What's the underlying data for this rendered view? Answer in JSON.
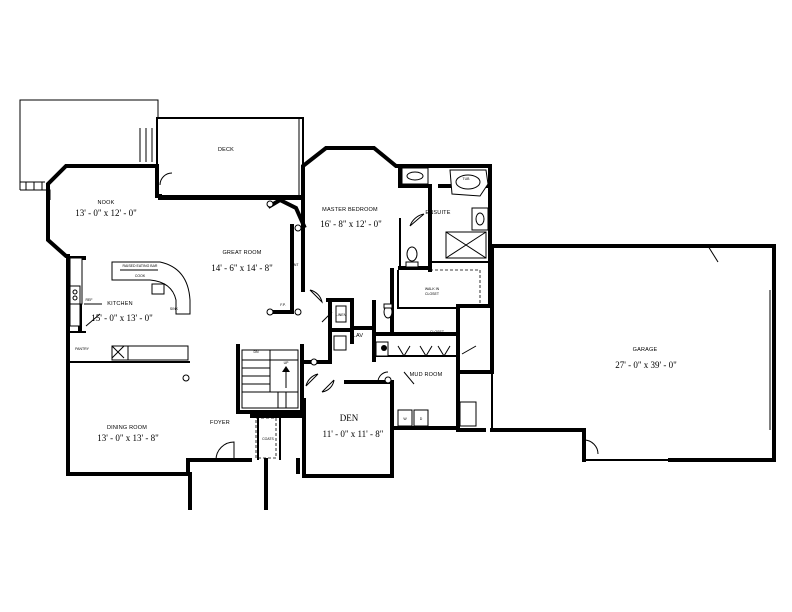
{
  "rooms": {
    "deck": {
      "name": "DECK"
    },
    "nook": {
      "name": "NOOK",
      "dims": "13' - 0\" x 12' - 0\""
    },
    "great_room": {
      "name": "GREAT ROOM",
      "dims": "14' - 6\" x 14' - 8\""
    },
    "kitchen": {
      "name": "KITCHEN",
      "dims": "15' - 0\" x 13' - 0\""
    },
    "master_bedroom": {
      "name": "MASTER BEDROOM",
      "dims": "16' - 8\" x 12' - 0\""
    },
    "ensuite": {
      "name": "ENSUITE"
    },
    "walk_in_closet": {
      "name_line1": "WALK IN",
      "name_line2": "CLOSET"
    },
    "garage": {
      "name": "GARAGE",
      "dims": "27' - 0\" x 39' - 0\""
    },
    "dining_room": {
      "name": "DINING ROOM",
      "dims": "13' - 0\" x 13' - 8\""
    },
    "foyer": {
      "name": "FOYER"
    },
    "den": {
      "name": "DEN",
      "dims": "11' - 0\" x 11' - 8\""
    },
    "lav": {
      "name": "LAV"
    },
    "mud_room": {
      "name": "MUD ROOM"
    },
    "closet": {
      "name": "CLOSET"
    },
    "pantry": {
      "name": "PANTRY"
    }
  },
  "fixtures": {
    "eating_bar": "RAISED EATING BAR",
    "cooktop": "COOK",
    "sink": "SINK",
    "fridge": "REF",
    "tub": "TUB",
    "linen": "LINEN",
    "entertainment": "ENT",
    "fireplace": "F.P.",
    "up_stair": "UP",
    "dn_stair": "DN",
    "coats": "COATS",
    "washer": "W",
    "dryer": "D"
  }
}
